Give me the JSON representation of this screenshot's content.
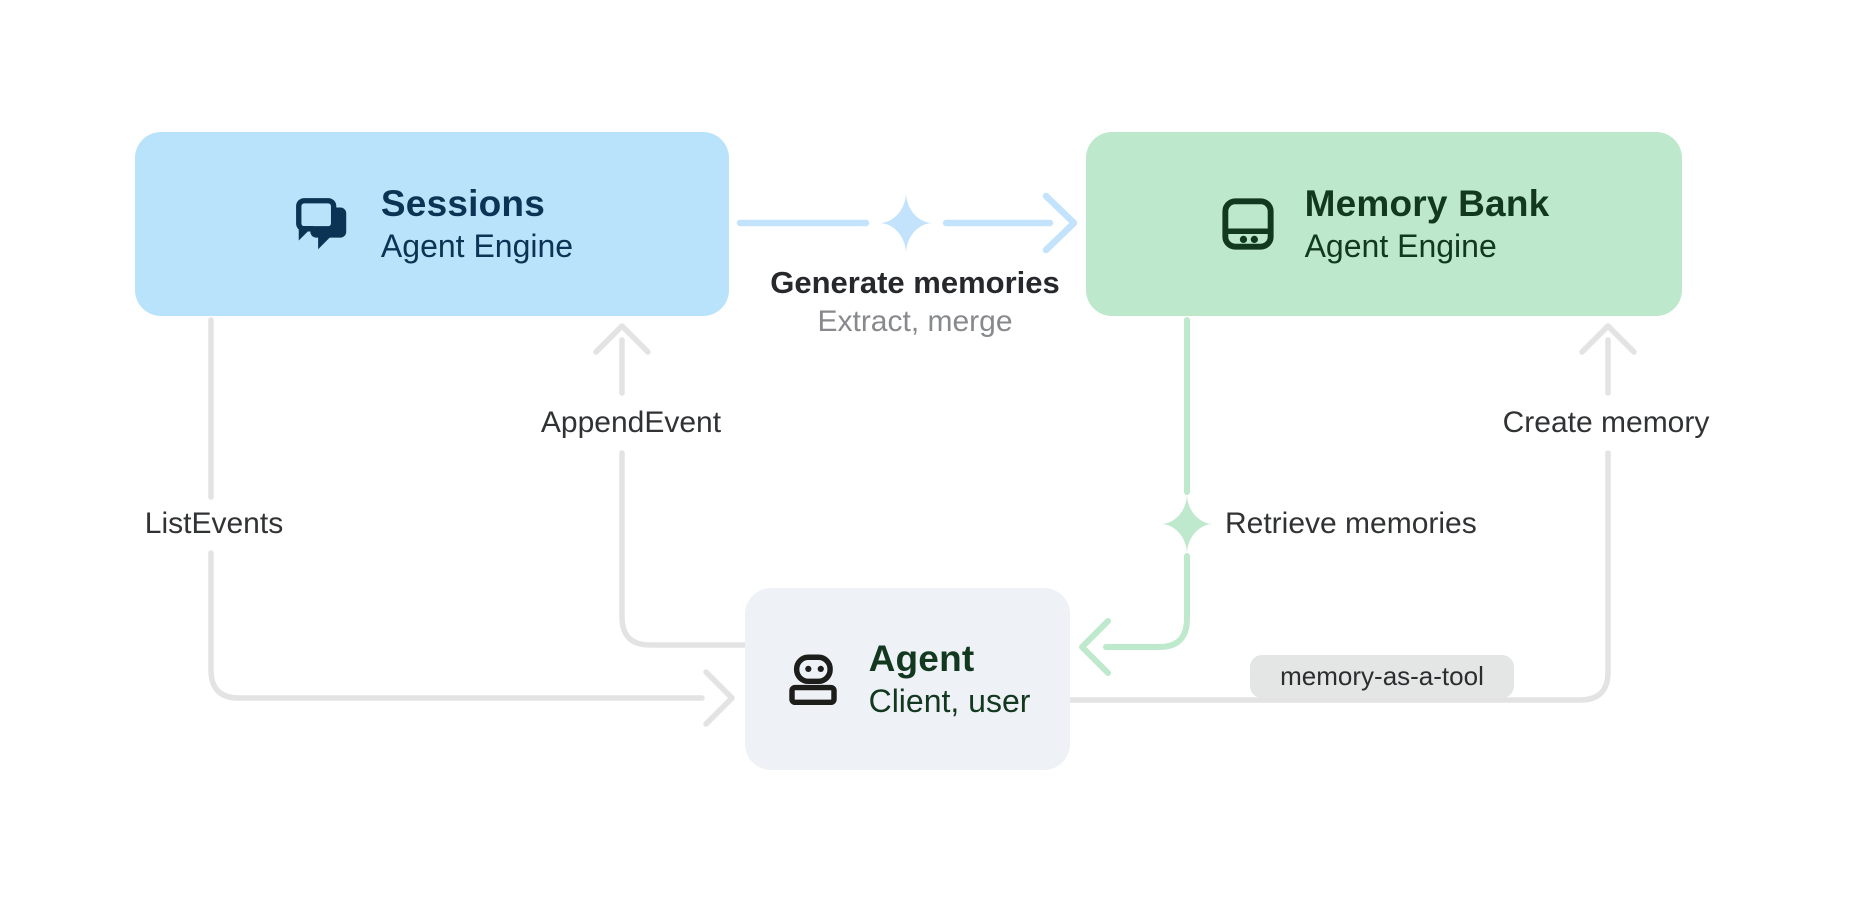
{
  "nodes": {
    "sessions": {
      "title": "Sessions",
      "subtitle": "Agent Engine",
      "icon": "chat-forum-icon",
      "fill": "#b9e2fb",
      "text_color": "#0b3354"
    },
    "memory_bank": {
      "title": "Memory Bank",
      "subtitle": "Agent Engine",
      "icon": "memory-storage-icon",
      "fill": "#bde8cb",
      "text_color": "#12391f"
    },
    "agent": {
      "title": "Agent",
      "subtitle": "Client, user",
      "icon": "robot-icon",
      "fill": "#eef1f5",
      "text_color": "#12391f",
      "icon_color": "#1d1d1b"
    }
  },
  "edges": {
    "generate_memories": {
      "label": "Generate memories",
      "sublabel": "Extract, merge",
      "from": "Sessions",
      "to": "Memory Bank",
      "color": "#c3e2fb",
      "style": "sparkle-arrow"
    },
    "append_event": {
      "label": "AppendEvent",
      "from": "Agent",
      "to": "Sessions",
      "color": "#e3e3e4",
      "style": "arrow"
    },
    "list_events": {
      "label": "ListEvents",
      "from": "Sessions",
      "to": "Agent",
      "color": "#e3e3e4",
      "style": "arrow"
    },
    "retrieve_memories": {
      "label": "Retrieve memories",
      "from": "Memory Bank",
      "to": "Agent",
      "color": "#bee9cc",
      "style": "sparkle-arrow"
    },
    "create_memory": {
      "label": "Create memory",
      "badge": "memory-as-a-tool",
      "from": "Agent",
      "to": "Memory Bank",
      "color": "#e3e3e4",
      "style": "arrow"
    }
  },
  "colors": {
    "background": "#ffffff",
    "label_text": "#303234",
    "sublabel_text": "#87898c",
    "badge_bg": "#e4e5e5",
    "badge_text": "#2b2d2f",
    "wire_gray": "#e3e3e4",
    "wire_blue": "#c3e2fb",
    "wire_green": "#bee9cc"
  }
}
